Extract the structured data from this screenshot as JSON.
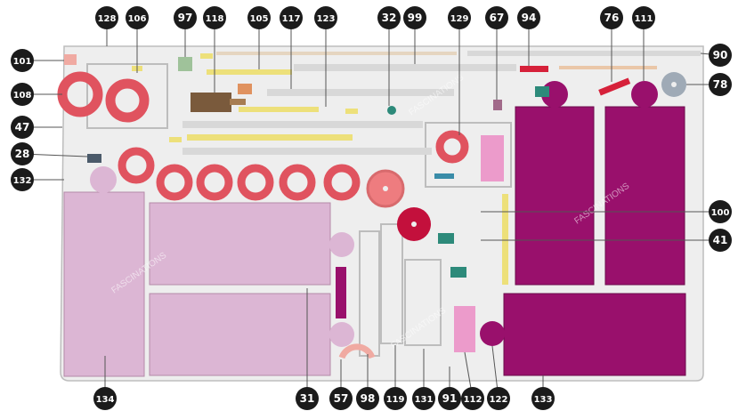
{
  "figure": {
    "colors": {
      "background": "#ffffff",
      "sheet": "#eeeeee",
      "sheet_outline": "#bdbdbd",
      "callout_fill": "#1b1b1b",
      "callout_text": "#ffffff",
      "leader_line": "#555555",
      "magenta": "#99106c",
      "pink_light": "#dcb6d4",
      "red_ring": "#e0535f",
      "crimson": "#c3103c",
      "rose": "#ee7c7f",
      "yellow": "#ede07a",
      "teal": "#2d8a7a",
      "brown": "#7a5a3c",
      "orange": "#e0925f",
      "salmon": "#f0aaa2",
      "gray_blue": "#9faab6",
      "red_bar": "#d6213a"
    },
    "watermark": "FASCINATIONS",
    "callouts": [
      {
        "id": "c128",
        "label": "128"
      },
      {
        "id": "c106",
        "label": "106"
      },
      {
        "id": "c97",
        "label": "97"
      },
      {
        "id": "c118",
        "label": "118"
      },
      {
        "id": "c105",
        "label": "105"
      },
      {
        "id": "c117",
        "label": "117"
      },
      {
        "id": "c123",
        "label": "123"
      },
      {
        "id": "c32",
        "label": "32"
      },
      {
        "id": "c99",
        "label": "99"
      },
      {
        "id": "c129",
        "label": "129"
      },
      {
        "id": "c67",
        "label": "67"
      },
      {
        "id": "c94",
        "label": "94"
      },
      {
        "id": "c76",
        "label": "76"
      },
      {
        "id": "c111",
        "label": "111"
      },
      {
        "id": "c90",
        "label": "90"
      },
      {
        "id": "c78",
        "label": "78"
      },
      {
        "id": "c101",
        "label": "101"
      },
      {
        "id": "c108",
        "label": "108"
      },
      {
        "id": "c47",
        "label": "47"
      },
      {
        "id": "c28",
        "label": "28"
      },
      {
        "id": "c132",
        "label": "132"
      },
      {
        "id": "c100",
        "label": "100"
      },
      {
        "id": "c41",
        "label": "41"
      },
      {
        "id": "c134",
        "label": "134"
      },
      {
        "id": "c31",
        "label": "31"
      },
      {
        "id": "c57",
        "label": "57"
      },
      {
        "id": "c98",
        "label": "98"
      },
      {
        "id": "c119",
        "label": "119"
      },
      {
        "id": "c131",
        "label": "131"
      },
      {
        "id": "c91",
        "label": "91"
      },
      {
        "id": "c112",
        "label": "112"
      },
      {
        "id": "c122",
        "label": "122"
      },
      {
        "id": "c133",
        "label": "133"
      }
    ]
  }
}
